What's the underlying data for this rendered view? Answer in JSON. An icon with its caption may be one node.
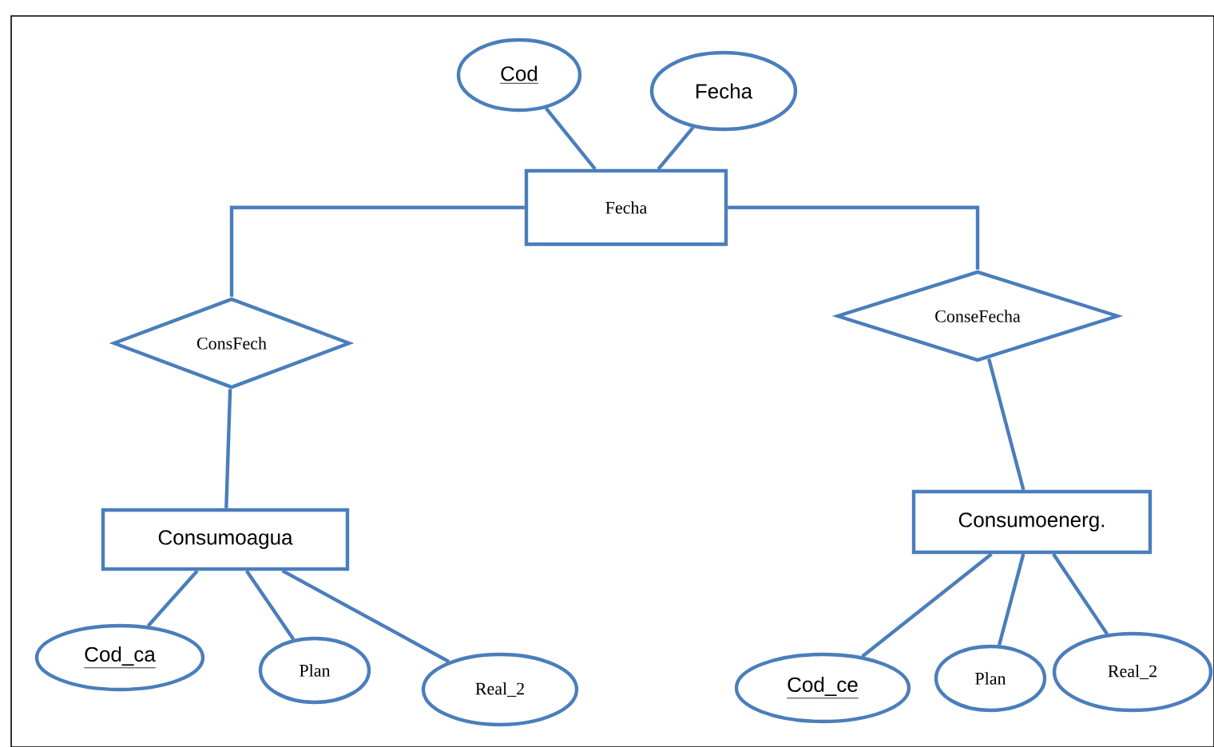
{
  "diagram": {
    "nodes": [
      {
        "text": [
          "Cod"
        ]
      },
      {
        "text": [
          "Fecha"
        ]
      },
      {
        "text": [
          "Fecha"
        ]
      },
      {
        "text": [
          "ConsFech"
        ]
      },
      {
        "text": [
          "ConseFecha"
        ]
      },
      {
        "text": [
          "Consumoagua"
        ]
      },
      {
        "text": [
          "Consumoenerg."
        ]
      },
      {
        "text": [
          "Cod_ca"
        ]
      },
      {
        "text": [
          "Plan"
        ]
      },
      {
        "text": [
          "Real_2"
        ]
      },
      {
        "text": [
          "Cod_ce"
        ]
      },
      {
        "text": [
          "Plan"
        ]
      },
      {
        "text": [
          "Real_2"
        ]
      }
    ],
    "edges": [
      {
        "from": 0,
        "to": 2,
        "arrow": "none"
      },
      {
        "from": 1,
        "to": 2,
        "arrow": "none"
      },
      {
        "from": 2,
        "to": 3,
        "arrow": "none"
      },
      {
        "from": 2,
        "to": 4,
        "arrow": "none"
      },
      {
        "from": 3,
        "to": 5,
        "arrow": "none"
      },
      {
        "from": 4,
        "to": 6,
        "arrow": "none"
      },
      {
        "from": 5,
        "to": 7,
        "arrow": "none"
      },
      {
        "from": 5,
        "to": 8,
        "arrow": "none"
      },
      {
        "from": 5,
        "to": 9,
        "arrow": "none"
      },
      {
        "from": 6,
        "to": 10,
        "arrow": "none"
      },
      {
        "from": 6,
        "to": 11,
        "arrow": "none"
      },
      {
        "from": 6,
        "to": 12,
        "arrow": "none"
      }
    ]
  }
}
